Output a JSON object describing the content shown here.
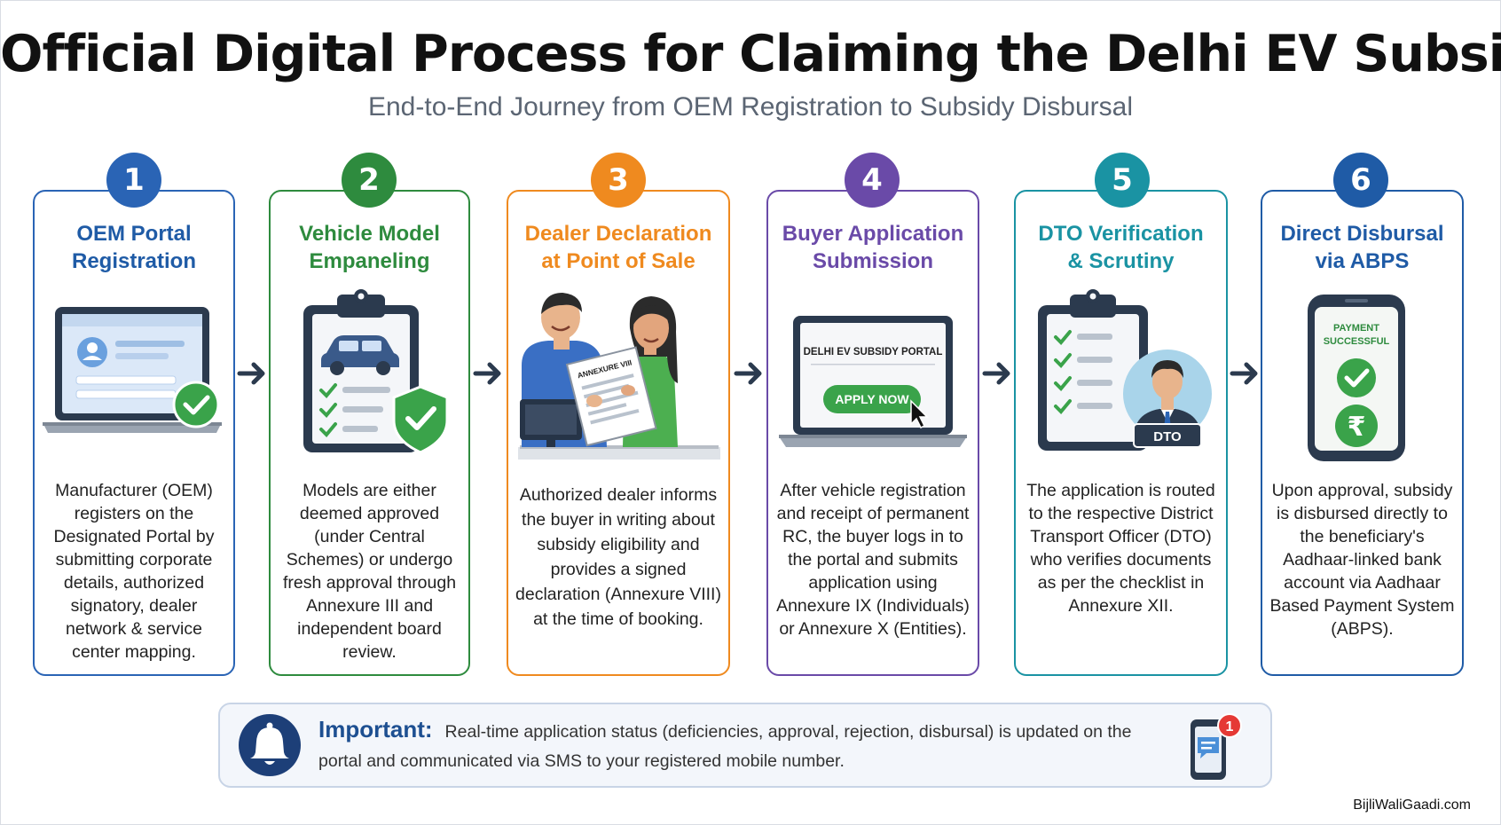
{
  "header": {
    "title": "Official Digital Process for Claiming the Delhi EV Subsidy",
    "subtitle": "End-to-End Journey from OEM Registration to Subsidy Disbursal"
  },
  "colors": {
    "step1": "#2a64b5",
    "step2": "#2e8b3e",
    "step3": "#ef8a1f",
    "step4": "#6a4aa8",
    "step5": "#1a93a3",
    "step6": "#1f5ba6",
    "success_green": "#3aa34a"
  },
  "steps": [
    {
      "number": "1",
      "title": "OEM Portal\nRegistration",
      "icon": "laptop-profile-check-icon",
      "description": "Manufacturer (OEM) registers on the Designated Portal by submitting corporate details, authorized signatory, dealer network & service center mapping."
    },
    {
      "number": "2",
      "title": "Vehicle Model\nEmpaneling",
      "icon": "clipboard-car-shield-icon",
      "description": "Models are either deemed approved (under Central Schemes) or undergo fresh approval through Annexure III and independent board review."
    },
    {
      "number": "3",
      "title": "Dealer Declaration\nat Point of Sale",
      "icon": "dealer-buyer-document-icon",
      "document_label": "ANNEXURE VIII",
      "description": "Authorized dealer informs the buyer in writing about subsidy eligibility and provides a signed declaration (Annexure VIII) at the time of booking."
    },
    {
      "number": "4",
      "title": "Buyer Application\nSubmission",
      "icon": "laptop-portal-icon",
      "portal_label": "DELHI EV SUBSIDY PORTAL",
      "button_label": "APPLY NOW",
      "description": "After vehicle registration and receipt of permanent RC, the buyer logs in to the portal and submits application using Annexure IX (Individuals) or Annexure X (Entities)."
    },
    {
      "number": "5",
      "title": "DTO Verification\n& Scrutiny",
      "icon": "clipboard-officer-icon",
      "officer_label": "DTO",
      "description": "The application is routed to the respective District Transport Officer (DTO) who verifies documents as per the checklist in Annexure XII."
    },
    {
      "number": "6",
      "title": "Direct Disbursal\nvia ABPS",
      "icon": "phone-payment-icon",
      "payment_label": "PAYMENT\nSUCCESSFUL",
      "currency_symbol": "₹",
      "description": "Upon approval, subsidy is disbursed directly to the beneficiary's Aadhaar-linked bank account via Aadhaar Based Payment System (ABPS)."
    }
  ],
  "important": {
    "label": "Important:",
    "text": "Real-time application status (deficiencies, approval, rejection, disbursal) is updated on the portal and communicated via SMS to your registered mobile number.",
    "notification_count": "1"
  },
  "footer": {
    "source": "BijliWaliGaadi.com"
  }
}
